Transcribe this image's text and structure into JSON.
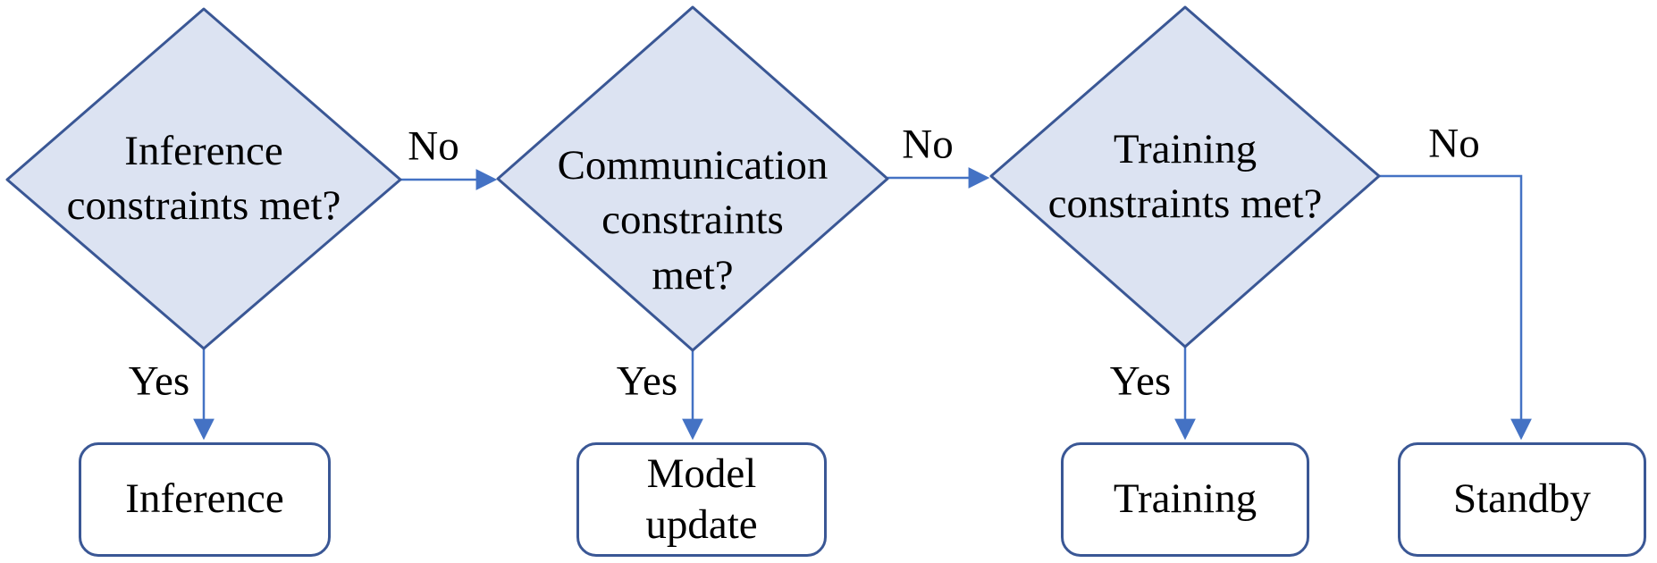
{
  "diagram": {
    "type": "flowchart",
    "colors": {
      "decision_fill": "#dce3f2",
      "decision_stroke": "#3a5795",
      "process_stroke": "#3a5795",
      "process_fill": "#ffffff",
      "connector": "#4472c4",
      "text": "#000000"
    },
    "nodes": [
      {
        "id": "d1",
        "kind": "decision",
        "label": "Inference\nconstraints met?"
      },
      {
        "id": "d2",
        "kind": "decision",
        "label": "Communication\nconstraints\nmet?"
      },
      {
        "id": "d3",
        "kind": "decision",
        "label": "Training\nconstraints met?"
      },
      {
        "id": "b1",
        "kind": "process",
        "label": "Inference"
      },
      {
        "id": "b2",
        "kind": "process",
        "label": "Model\nupdate"
      },
      {
        "id": "b3",
        "kind": "process",
        "label": "Training"
      },
      {
        "id": "b4",
        "kind": "process",
        "label": "Standby"
      }
    ],
    "edges": [
      {
        "from": "d1",
        "to": "b1",
        "label": "Yes"
      },
      {
        "from": "d1",
        "to": "d2",
        "label": "No"
      },
      {
        "from": "d2",
        "to": "b2",
        "label": "Yes"
      },
      {
        "from": "d2",
        "to": "d3",
        "label": "No"
      },
      {
        "from": "d3",
        "to": "b3",
        "label": "Yes"
      },
      {
        "from": "d3",
        "to": "b4",
        "label": "No"
      }
    ]
  }
}
